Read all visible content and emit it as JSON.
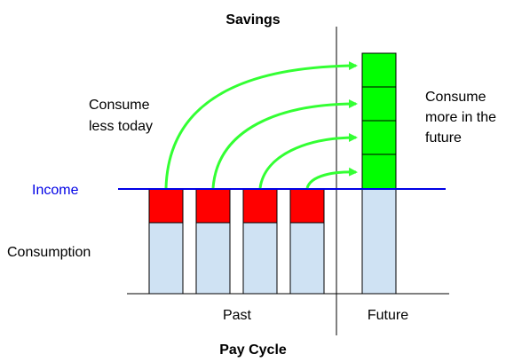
{
  "title": "Savings",
  "bottom_label": "Pay Cycle",
  "income_label": "Income",
  "consumption_label": "Consumption",
  "consume_less_lines": [
    "Consume",
    "less today"
  ],
  "consume_more_lines": [
    "Consume",
    "more in the",
    "future"
  ],
  "past_label": "Past",
  "future_label": "Future",
  "colors": {
    "income_line": "#0000e6",
    "income_text": "#0000e6",
    "consumption": "#cfe2f3",
    "savings_red": "#ff0000",
    "savings_green": "#00ff00",
    "arrow": "#33ff33",
    "stroke": "#000000"
  },
  "past_bars": {
    "count": 4,
    "segments": [
      "consumption",
      "savings"
    ]
  },
  "future_bar": {
    "green_boxes": 4,
    "segments": [
      "consumption",
      "savings"
    ]
  },
  "arrows": {
    "count": 4,
    "direction": "past-savings-to-future"
  }
}
